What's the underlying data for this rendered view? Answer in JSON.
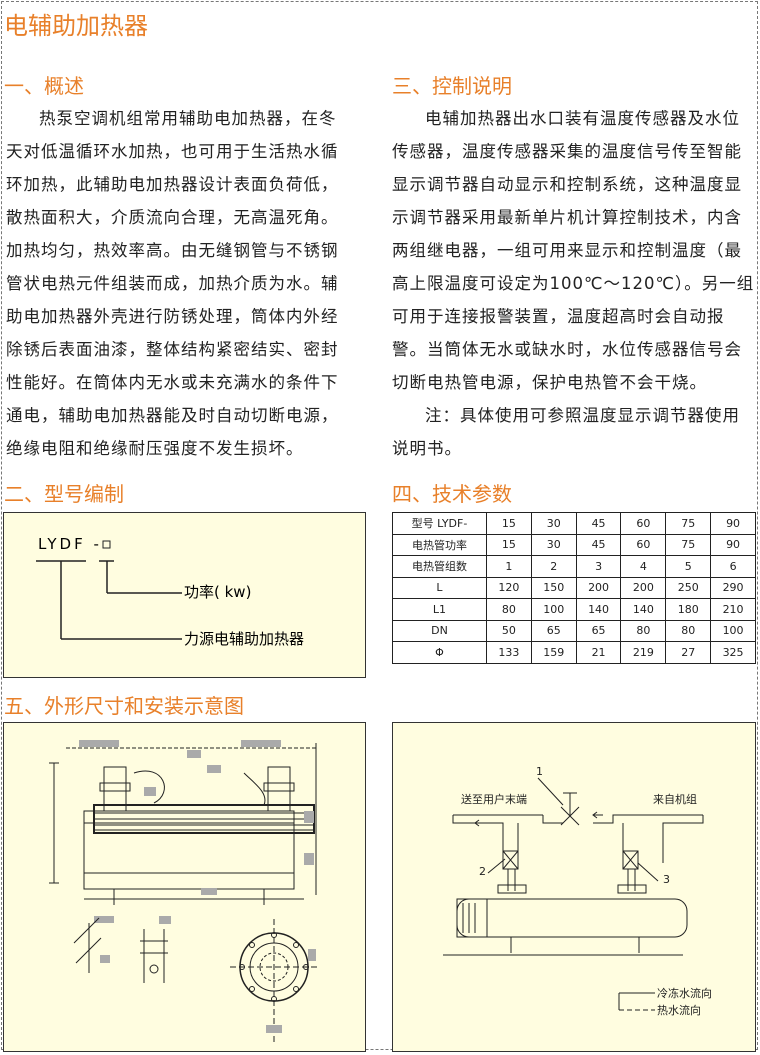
{
  "page_title": "电辅助加热器",
  "sections": {
    "overview": {
      "heading": "一、概述",
      "lines": [
        "热泵空调机组常用辅助电加热器，在冬",
        "天对低温循环水加热，也可用于生活热水循",
        "环加热，此辅助电加热器设计表面负荷低，",
        "散热面积大，介质流向合理，无高温死角。",
        "加热均匀，热效率高。由无缝钢管与不锈钢",
        "管状电热元件组装而成，加热介质为水。辅",
        "助电加热器外壳进行防锈处理，筒体内外经",
        "除锈后表面油漆，整体结构紧密结实、密封",
        "性能好。在筒体内无水或未充满水的条件下",
        "通电，辅助电加热器能及时自动切断电源，",
        "绝缘电阻和绝缘耐压强度不发生损坏。"
      ]
    },
    "model": {
      "heading": "二、型号编制",
      "code": "LYDF -",
      "label_power": "功率( kw)",
      "label_source": "力源电辅助加热器"
    },
    "control": {
      "heading": "三、控制说明",
      "lines": [
        "电辅加热器出水口装有温度传感器及水位",
        "传感器，温度传感器采集的温度信号传至智能",
        "显示调节器自动显示和控制系统，这种温度显",
        "示调节器采用最新单片机计算控制技术，内含",
        "两组继电器，一组可用来显示和控制温度（最",
        "高上限温度可设定为100℃～120℃）。另一组",
        "可用于连接报警装置，温度超高时会自动报",
        "警。当筒体无水或缺水时，水位传感器信号会",
        "切断电热管电源，保护电热管不会干烧。",
        "注：具体使用可参照温度显示调节器使用",
        "说明书。"
      ]
    },
    "specs": {
      "heading": "四、技术参数",
      "rows": [
        {
          "label": "型号 LYDF-",
          "values": [
            "15",
            "30",
            "45",
            "60",
            "75",
            "90"
          ]
        },
        {
          "label": "电热管功率",
          "values": [
            "15",
            "30",
            "45",
            "60",
            "75",
            "90"
          ]
        },
        {
          "label": "电热管组数",
          "values": [
            "1",
            "2",
            "3",
            "4",
            "5",
            "6"
          ]
        },
        {
          "label": "L",
          "values": [
            "120",
            "150",
            "200",
            "200",
            "250",
            "290"
          ]
        },
        {
          "label": "L1",
          "values": [
            "80",
            "100",
            "140",
            "140",
            "180",
            "210"
          ]
        },
        {
          "label": "DN",
          "values": [
            "50",
            "65",
            "65",
            "80",
            "80",
            "100"
          ]
        },
        {
          "label": "Φ",
          "values": [
            "133",
            "159",
            "21",
            "219",
            "27",
            "325"
          ]
        }
      ]
    },
    "drawings": {
      "heading": "五、外形尺寸和安装示意图",
      "install": {
        "label_to_user": "送至用户末端",
        "label_from_unit": "来自机组",
        "callout_1": "1",
        "callout_2": "2",
        "callout_3": "3",
        "legend_cold": "冷冻水流向",
        "legend_hot": "热水流向"
      }
    }
  }
}
